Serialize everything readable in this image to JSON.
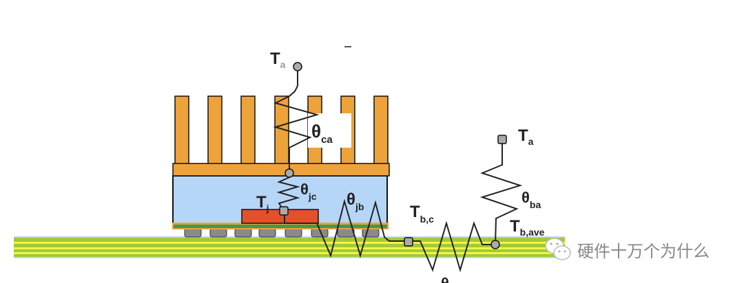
{
  "labels": {
    "t_top": "T",
    "t_top_sub": "a",
    "theta_ca": "θ",
    "theta_ca_sub": "ca",
    "theta_jc": "θ",
    "theta_jc_sub": "jc",
    "tj": "T",
    "tj_sub": "j",
    "theta_jb": "θ",
    "theta_jb_sub": "jb",
    "tbc": "T",
    "tbc_sub": "b,c",
    "ta": "T",
    "ta_sub": "a",
    "theta_ba": "θ",
    "theta_ba_sub": "ba",
    "tbave": "T",
    "tbave_sub": "b,ave",
    "bottom_theta": "θ"
  },
  "watermark": {
    "text": "硬件十万个为什么"
  },
  "colors": {
    "heatsink": "#eea33a",
    "package": "#b5d6f7",
    "die": "#e4502a",
    "pcb": "#a3c93a",
    "pcb_stripe": "#f5f542"
  }
}
